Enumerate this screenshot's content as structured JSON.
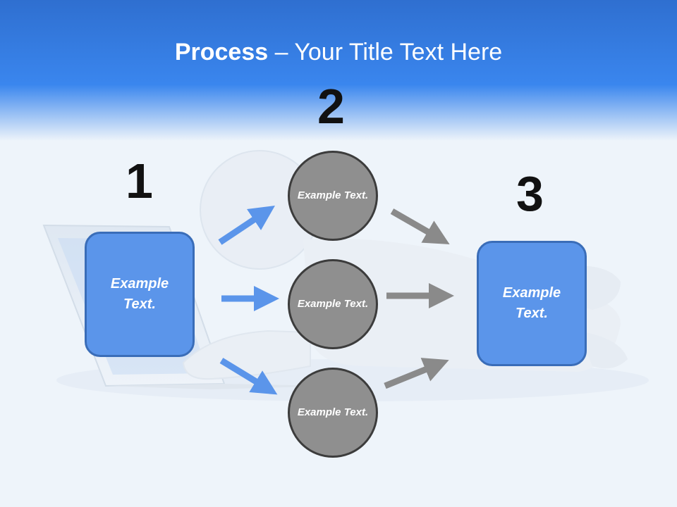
{
  "title": {
    "bold": "Process",
    "rest": " – Your Title Text Here"
  },
  "steps": {
    "one": "1",
    "two": "2",
    "three": "3"
  },
  "nodes": {
    "left_box": "Example Text.",
    "circle_top": "Example Text.",
    "circle_middle": "Example Text.",
    "circle_bottom": "Example Text.",
    "right_box": "Example Text."
  },
  "colors": {
    "header": "#2f6fd0",
    "box_fill": "#5b95ea",
    "blue_arrow": "#5b95ea",
    "circle_fill": "#8f8f8f",
    "gray_arrow": "#8a8a8a"
  }
}
